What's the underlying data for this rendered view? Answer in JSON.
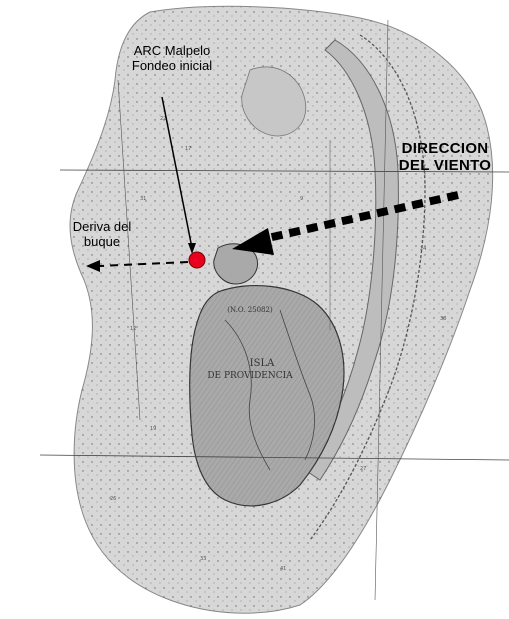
{
  "annotations": {
    "anchor_label_line1": "ARC Malpelo",
    "anchor_label_line2": "Fondeo inicial",
    "drift_label_line1": "Deriva del",
    "drift_label_line2": "buque",
    "wind_label_line1": "DIRECCION",
    "wind_label_line2": "DEL VIENTO"
  },
  "chart_labels": {
    "island_name_line1": "ISLA",
    "island_name_line2": "DE PROVIDENCIA",
    "chart_number": "(N.O. 25082)"
  },
  "colors": {
    "anchor_marker": "#e8001c",
    "arrows": "#000000",
    "water_tint": "#d7d7d7",
    "land_tint": "#a9a9a9"
  },
  "icons": {
    "anchor_point": "red-circle",
    "wind_arrow": "dashed-arrow",
    "drift_arrow": "dashed-arrow"
  }
}
